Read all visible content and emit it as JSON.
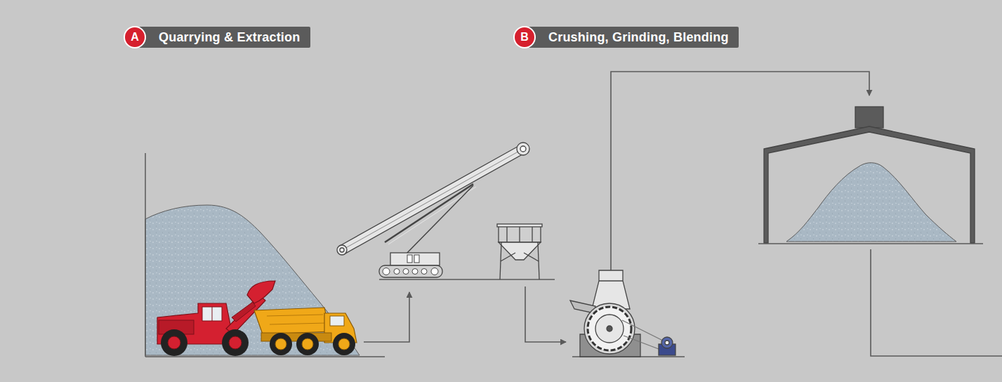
{
  "diagram": {
    "nodes": [
      {
        "text": [
          "Quarrying & Extraction"
        ]
      },
      {
        "text": [
          "A"
        ],
        "in": 0
      },
      {
        "text": [
          "Crushing, Grinding, Blending"
        ]
      },
      {
        "text": [
          "B"
        ],
        "in": 2
      }
    ]
  }
}
